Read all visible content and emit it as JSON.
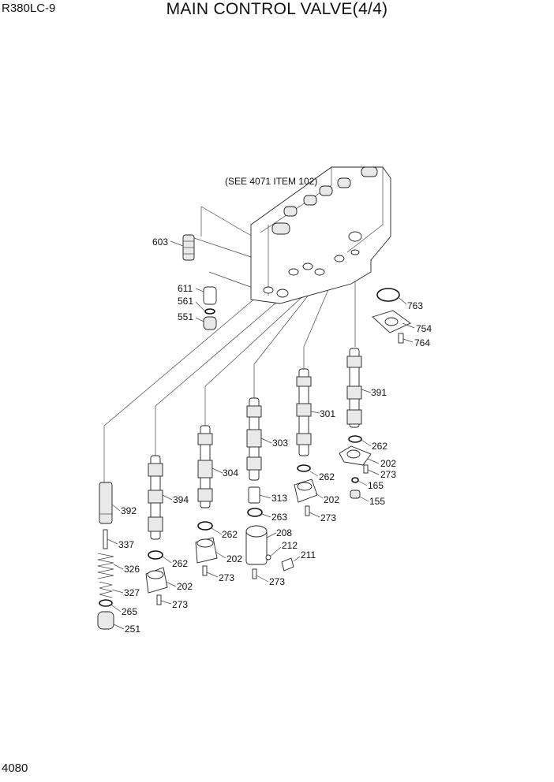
{
  "header": {
    "model": "R380LC-9",
    "title": "MAIN CONTROL VALVE(4/4)"
  },
  "footer": {
    "page_number": "4080"
  },
  "diagram": {
    "note": "(SEE 4071 ITEM 102)",
    "callouts": {
      "c603": "603",
      "c611": "611",
      "c561": "561",
      "c551": "551",
      "c763": "763",
      "c754": "754",
      "c764": "764",
      "c391": "391",
      "c262a": "262",
      "c202a": "202",
      "c273a": "273",
      "c165": "165",
      "c155": "155",
      "c301": "301",
      "c262b": "262",
      "c202b": "202",
      "c273b": "273",
      "c303": "303",
      "c313": "313",
      "c263": "263",
      "c208": "208",
      "c212": "212",
      "c211": "211",
      "c273c": "273",
      "c304": "304",
      "c262c": "262",
      "c202c": "202",
      "c273d": "273",
      "c394": "394",
      "c262d": "262",
      "c202d": "202",
      "c273e": "273",
      "c392": "392",
      "c337": "337",
      "c326": "326",
      "c327": "327",
      "c265": "265",
      "c251": "251"
    }
  }
}
